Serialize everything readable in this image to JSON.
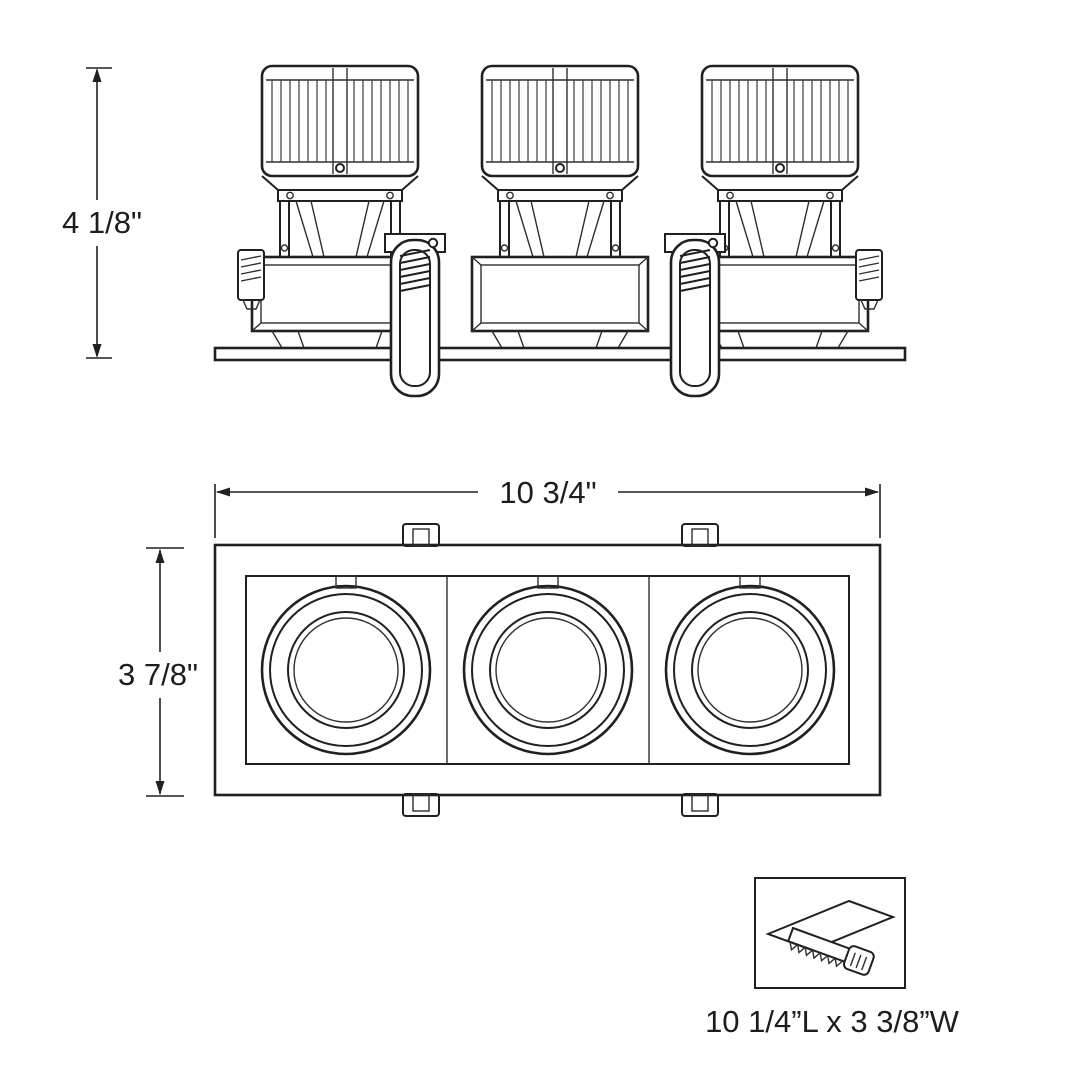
{
  "diagram": {
    "title": "triple-recessed-downlight-dimension-drawing",
    "side_view": {
      "height_label": "4 1/8\""
    },
    "front_view": {
      "width_label": "10 3/4\"",
      "height_label": "3 7/8\""
    },
    "cutout": {
      "icon": "saw-cutout-icon",
      "label": "10 1/4”L x 3 3/8”W"
    }
  },
  "colors": {
    "line": "#231f20",
    "background": "#ffffff"
  }
}
